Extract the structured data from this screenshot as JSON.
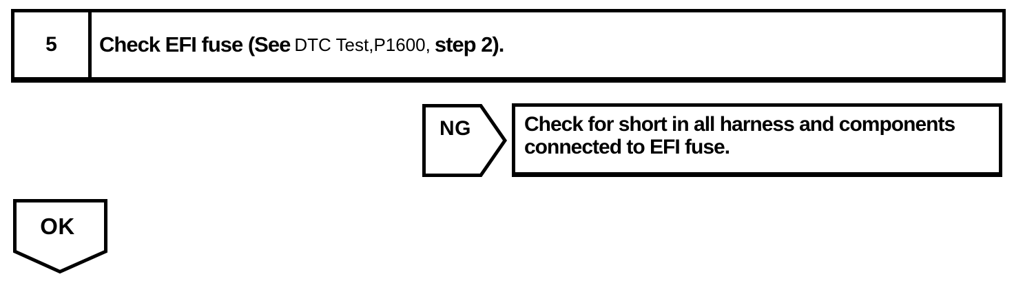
{
  "page": {
    "ink_color": "#000000",
    "paper_color": "#ffffff"
  },
  "step_box": {
    "number": "5",
    "instruction": {
      "bold_start": "Check EFI fuse (See",
      "reference": "DTC Test,P1600,",
      "bold_end": "step 2)."
    }
  },
  "ng_branch": {
    "connector_label": "NG",
    "action": {
      "line1": "Check for short in all harness and components",
      "line2": "connected to EFI fuse."
    }
  },
  "ok_branch": {
    "connector_label": "OK"
  }
}
